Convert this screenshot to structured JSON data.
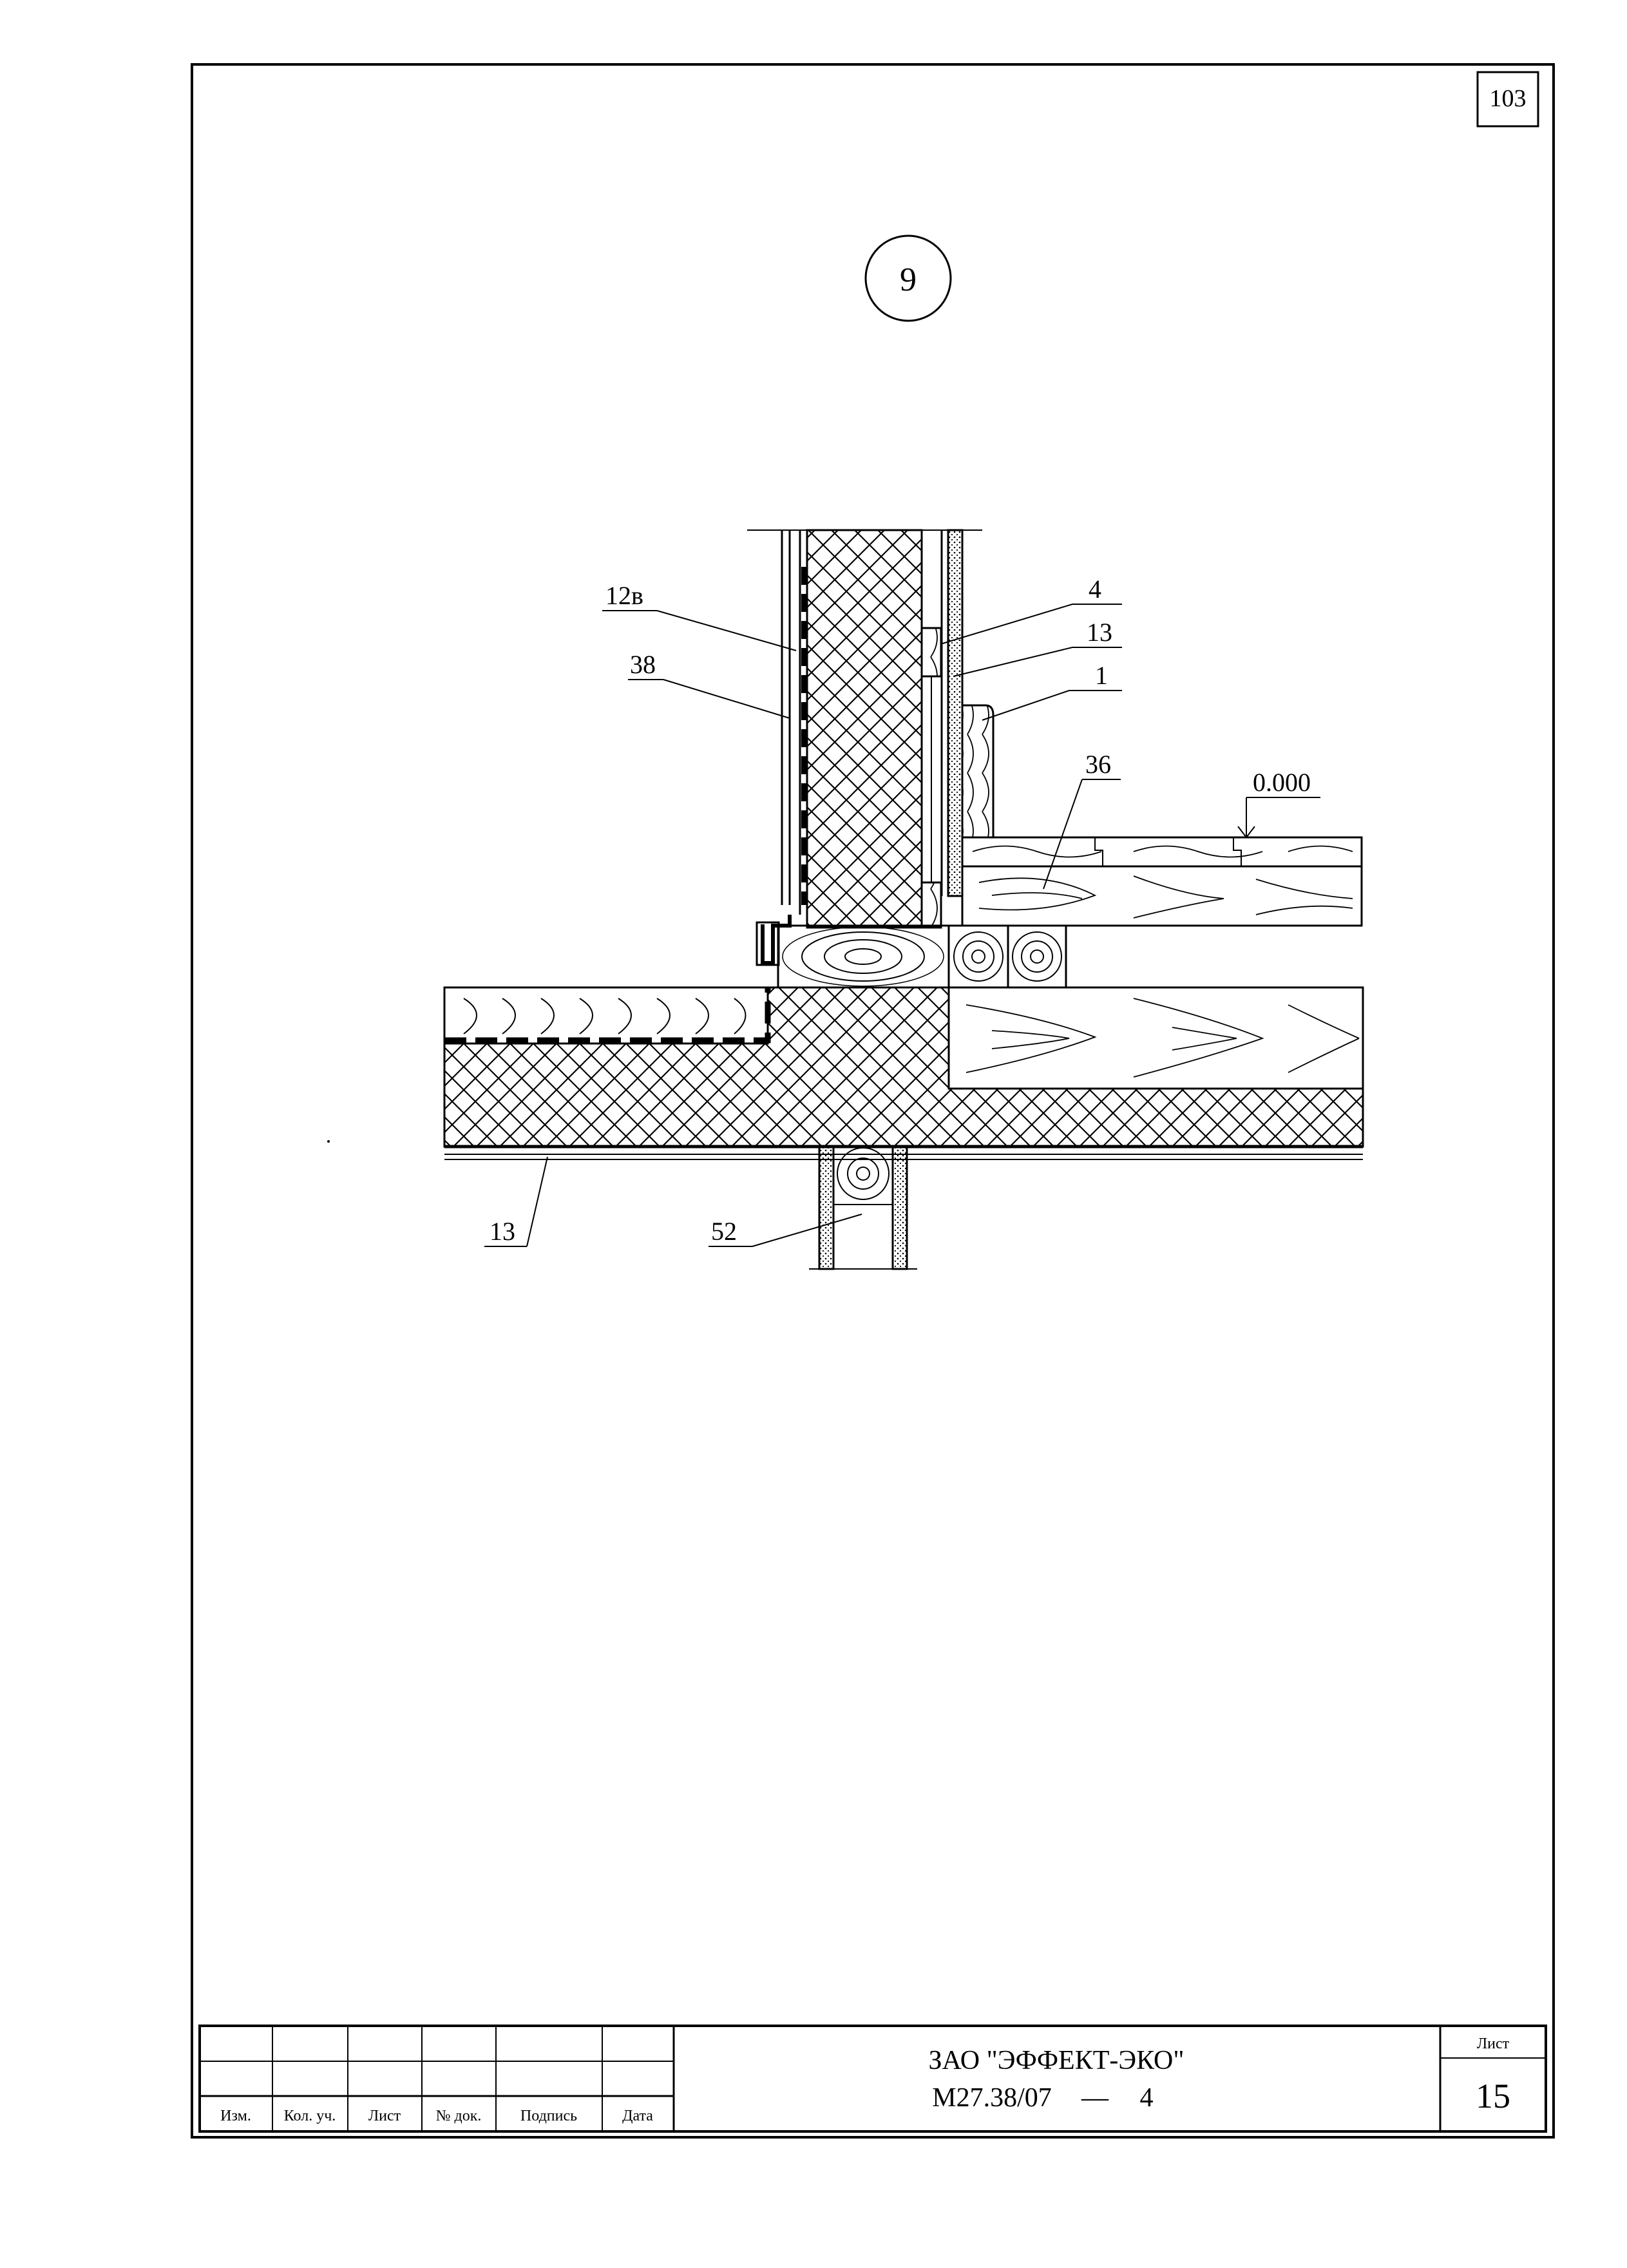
{
  "page_number": "103",
  "detail_mark": "9",
  "leaders": {
    "l12v": "12в",
    "l38": "38",
    "l4": "4",
    "l13a": "13",
    "l1": "1",
    "l36": "36",
    "level": "0.000",
    "l13b": "13",
    "l52": "52"
  },
  "title_block": {
    "company": "ЗАО \"ЭФФЕКТ-ЭКО\"",
    "doc_code": "М27.38/07",
    "dash": "—",
    "doc_suffix": "4",
    "sheet_label": "Лист",
    "sheet_number": "15",
    "columns": [
      "Изм.",
      "Кол. уч.",
      "Лист",
      "№ док.",
      "Подпись",
      "Дата"
    ]
  }
}
